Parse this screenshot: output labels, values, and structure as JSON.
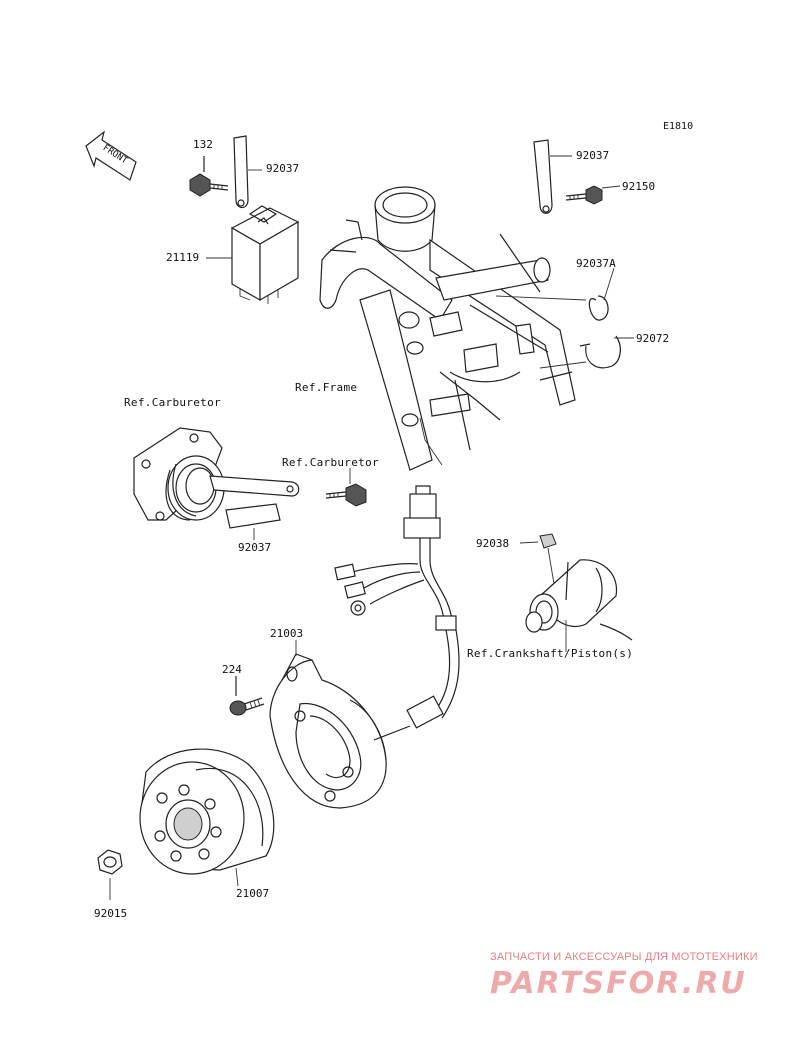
{
  "diagram_code": "E1810",
  "labels": {
    "front": "FRONT",
    "p132": "132",
    "p92037_a": "92037",
    "p21119": "21119",
    "p92037_b": "92037",
    "p92150": "92150",
    "p92037A": "92037A",
    "p92072": "92072",
    "ref_frame": "Ref.Frame",
    "ref_carb_1": "Ref.Carburetor",
    "ref_carb_2": "Ref.Carburetor",
    "p92037_c": "92037",
    "p92038": "92038",
    "ref_crank": "Ref.Crankshaft/Piston(s)",
    "p21003": "21003",
    "p224": "224",
    "p21007": "21007",
    "p92015": "92015"
  },
  "watermark": {
    "tagline": "ЗАПЧАСТИ И АКСЕССУАРЫ ДЛЯ МОТОТЕХНИКИ",
    "brand": "PARTSFOR.RU"
  }
}
